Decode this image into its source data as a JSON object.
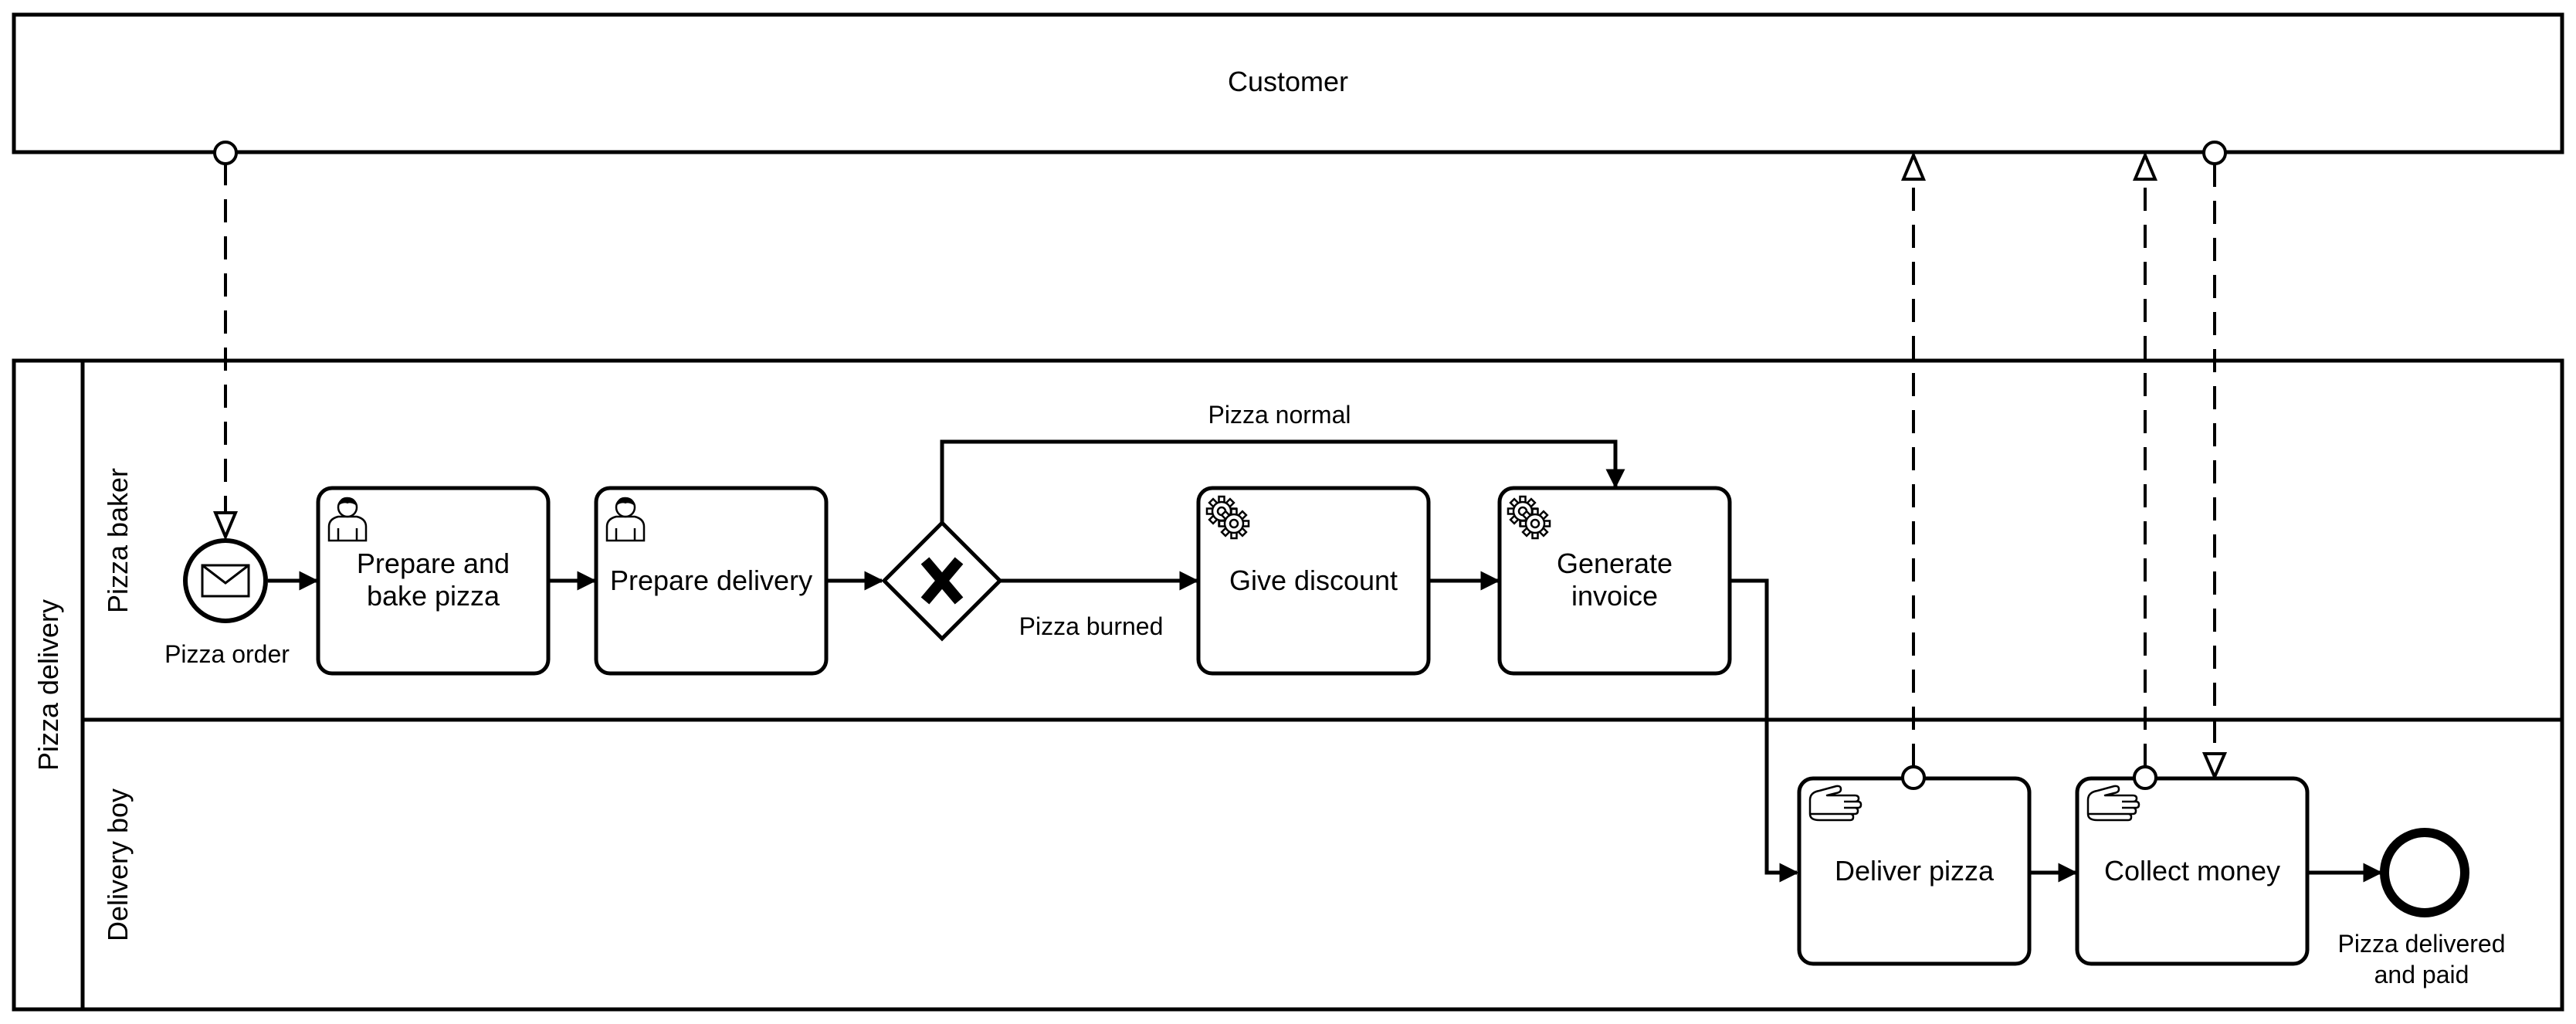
{
  "pools": {
    "customer": "Customer",
    "process": "Pizza delivery"
  },
  "lanes": {
    "baker": "Pizza baker",
    "delivery": "Delivery boy"
  },
  "events": {
    "start": "Pizza order",
    "end": [
      "Pizza delivered",
      "and paid"
    ]
  },
  "tasks": {
    "prepare_bake": [
      "Prepare and",
      "bake pizza"
    ],
    "prepare_delivery": "Prepare delivery",
    "give_discount": "Give discount",
    "generate_invoice": [
      "Generate",
      "invoice"
    ],
    "deliver_pizza": "Deliver pizza",
    "collect_money": "Collect money"
  },
  "flows": {
    "normal": "Pizza normal",
    "burned": "Pizza burned"
  },
  "icons": {
    "user_task": "user-icon",
    "service_task": "gear-icon",
    "manual_task": "hand-icon",
    "gateway": "exclusive-gateway-x",
    "start_event": "envelope-icon"
  }
}
